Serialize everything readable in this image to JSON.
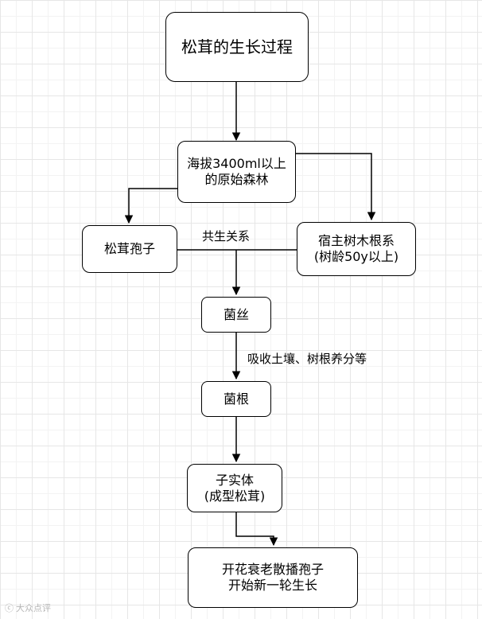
{
  "nodes": {
    "title": "松茸的生长过程",
    "forest_line1": "海拔3400ml以上",
    "forest_line2": "的原始森林",
    "spore": "松茸孢子",
    "host_line1": "宿主树木根系",
    "host_line2": "(树龄50y以上)",
    "mycelium": "菌丝",
    "mycorrhiza": "菌根",
    "fruit_line1": "子实体",
    "fruit_line2": "(成型松茸)",
    "end_line1": "开花衰老散播孢子",
    "end_line2": "开始新一轮生长"
  },
  "edge_labels": {
    "symbiosis": "共生关系",
    "absorb": "吸收土壤、树根养分等"
  },
  "watermark": "大众点评"
}
